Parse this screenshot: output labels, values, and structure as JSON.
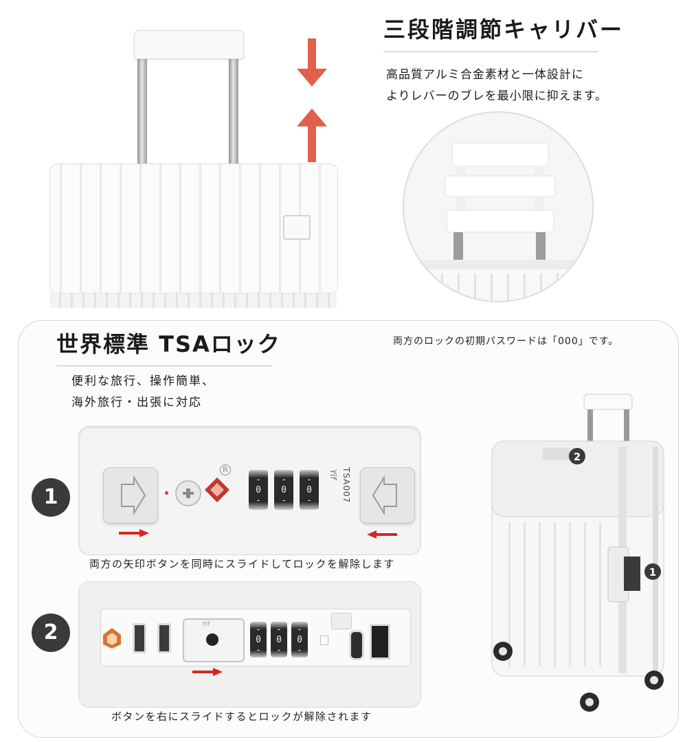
{
  "feature_1": {
    "title": "三段階調節キャリバー",
    "description_line1": "高品質アルミ合金素材と一体設計に",
    "description_line2": "よりレバーのブレを最小限に抑えます。"
  },
  "feature_2": {
    "title": "世界標準 TSAロック",
    "description_line1": "便利な旅行、操作簡単、",
    "description_line2": "海外旅行・出張に対応",
    "password_note": "両方のロックの初期パスワードは「000」です。"
  },
  "lock_1": {
    "step_label": "1",
    "brand": "Yif",
    "model": "TSA007",
    "dial_digits": [
      "0",
      "0",
      "0"
    ],
    "caption": "両方の矢印ボタンを同時にスライドしてロックを解除します"
  },
  "lock_2": {
    "step_label": "2",
    "brand": "Yif",
    "dial_digits": [
      "0",
      "0",
      "0"
    ],
    "caption": "ボタンを右にスライドするとロックが解除されます"
  },
  "suitcase_callouts": [
    "2",
    "1"
  ],
  "colors": {
    "accent_arrow": "#e0604a",
    "red_slide_arrow": "#d8261c",
    "badge": "#3a3a3a",
    "tsa_logo": "#c0392b"
  }
}
